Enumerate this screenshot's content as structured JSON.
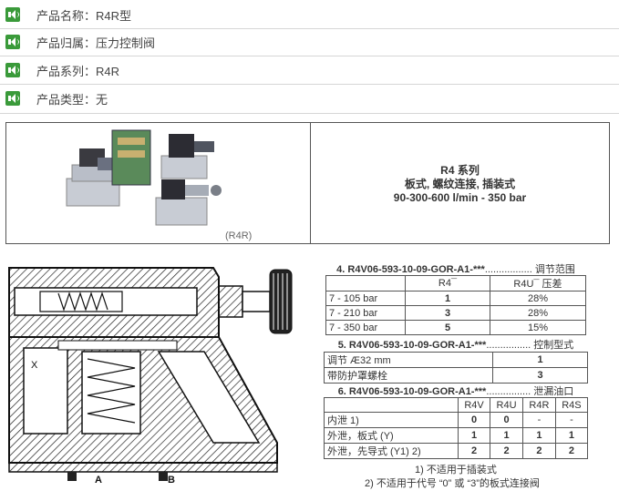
{
  "info": [
    {
      "label": "产品名称：R4R型"
    },
    {
      "label": "产品归属：压力控制阀"
    },
    {
      "label": "产品系列：R4R"
    },
    {
      "label": "产品类型：无"
    }
  ],
  "panel": {
    "caption": "(R4R)",
    "series_title": "R4 系列",
    "series_sub": "板式, 螺纹连接, 插装式",
    "series_spec": "90-300-600 l/min - 350 bar"
  },
  "drawing": {
    "label_x": "X",
    "label_a": "A",
    "label_b": "B"
  },
  "table1": {
    "title": "4. R4V06-593-10-09-GOR-A1-***",
    "title_suffix": "调节范围",
    "headers": [
      "",
      "R4¯",
      "R4U¯ 压差"
    ],
    "rows": [
      [
        "7 - 105 bar",
        "1",
        "28%"
      ],
      [
        "7 - 210 bar",
        "3",
        "28%"
      ],
      [
        "7 - 350 bar",
        "5",
        "15%"
      ]
    ]
  },
  "table2": {
    "title": "5. R4V06-593-10-09-GOR-A1-***",
    "title_suffix": "控制型式",
    "rows": [
      [
        "调节 Æ32 mm",
        "1"
      ],
      [
        "带防护罩螺栓",
        "3"
      ]
    ]
  },
  "table3": {
    "title": "6. R4V06-593-10-09-GOR-A1-***",
    "title_suffix": "泄漏油口",
    "headers": [
      "",
      "R4V",
      "R4U",
      "R4R",
      "R4S"
    ],
    "rows": [
      [
        "内泄 1)",
        "0",
        "0",
        "-",
        "-"
      ],
      [
        "外泄，板式 (Y)",
        "1",
        "1",
        "1",
        "1"
      ],
      [
        "外泄，先导式 (Y1) 2)",
        "2",
        "2",
        "2",
        "2"
      ]
    ]
  },
  "notes": [
    "1) 不适用于插装式",
    "2) 不适用于代号 “0” 或 “3”的板式连接阀"
  ]
}
